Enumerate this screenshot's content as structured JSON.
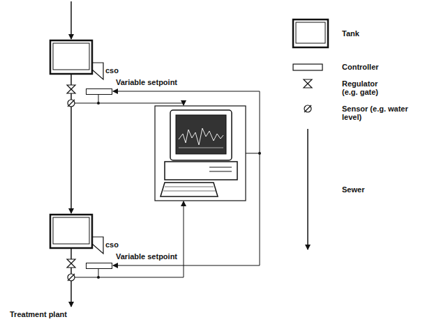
{
  "diagram": {
    "nodes": [
      {
        "text": [
          "Variable setpoint"
        ]
      },
      {
        "text": [
          "Variable setpoint"
        ]
      }
    ],
    "labels": [
      "cso",
      "cso",
      "Treatment plant"
    ],
    "legend": [
      {
        "text": "Tank"
      },
      {
        "text": "Controller"
      },
      {
        "text": "Regulator (e.g. gate)"
      },
      {
        "text": "Sensor (e.g. water level)"
      },
      {
        "text": "Sewer"
      }
    ]
  }
}
